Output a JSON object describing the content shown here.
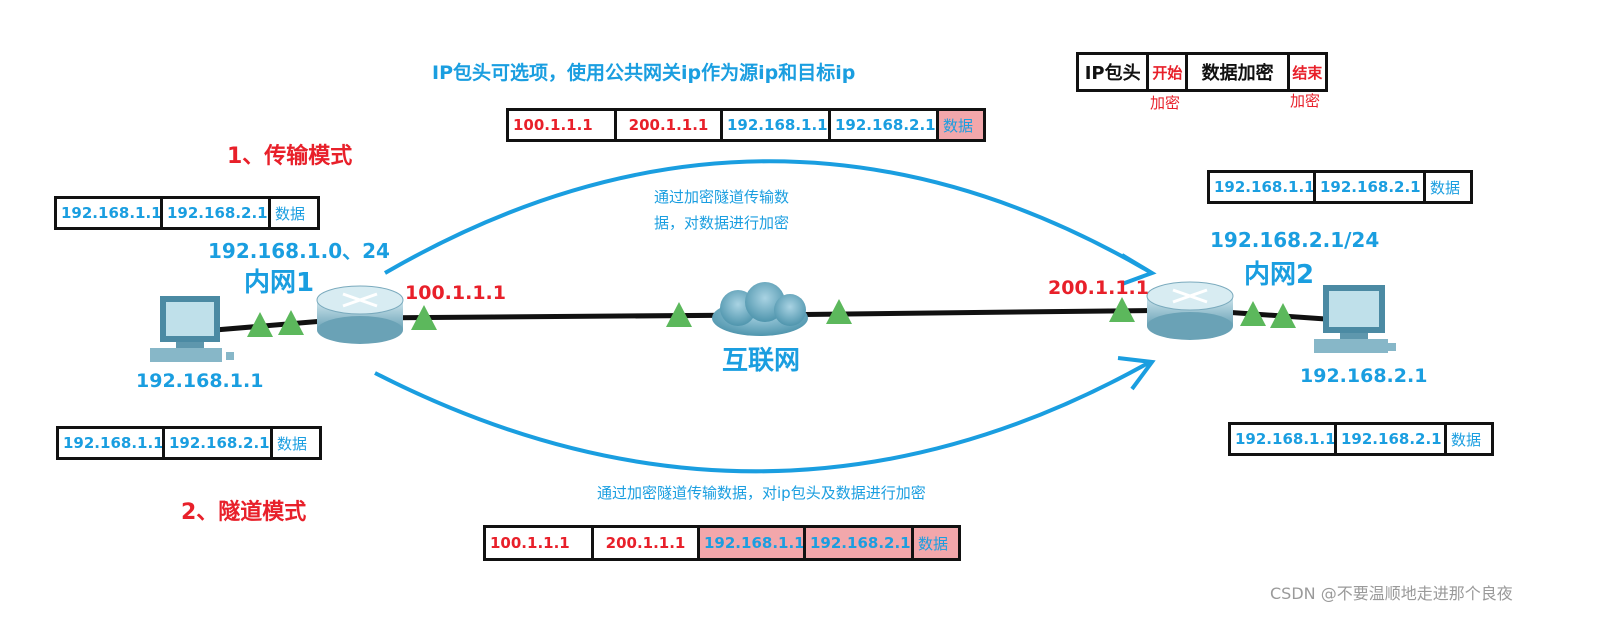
{
  "colors": {
    "accent_blue": "#1a9ee0",
    "red": "#e8202a",
    "router": "#8fc3d3",
    "triangle": "#5cb85c",
    "encrypted": "#f2a7ab"
  },
  "top_note": "IP包头可选项，使用公共网关ip作为源ip和目标ip",
  "transport_mode_label": "1、传输模式",
  "tunnel_mode_label": "2、隧道模式",
  "legend": {
    "cells": [
      "IP包头",
      "开始",
      "数据加密",
      "结束"
    ],
    "start_sub": "加密",
    "end_sub": "加密"
  },
  "top_packet": [
    "100.1.1.1",
    "200.1.1.1",
    "192.168.1.1",
    "192.168.2.1",
    "数据"
  ],
  "bottom_packet": [
    "100.1.1.1",
    "200.1.1.1",
    "192.168.1.1",
    "192.168.2.1",
    "数据"
  ],
  "left_top_packet": [
    "192.168.1.1",
    "192.168.2.1",
    "数据"
  ],
  "left_bottom_packet": [
    "192.168.1.1",
    "192.168.2.1",
    "数据"
  ],
  "right_top_packet": [
    "192.168.1.1",
    "192.168.2.1",
    "数据"
  ],
  "right_bottom_packet": [
    "192.168.1.1",
    "192.168.2.1",
    "数据"
  ],
  "left_network": {
    "subnet": "192.168.1.0、24",
    "name": "内网1",
    "host_ip": "192.168.1.1",
    "router_ip": "100.1.1.1"
  },
  "right_network": {
    "subnet": "192.168.2.1/24",
    "name": "内网2",
    "host_ip": "192.168.2.1",
    "router_ip": "200.1.1.1"
  },
  "internet_label": "互联网",
  "upper_tunnel_note_line1": "通过加密隧道传输数",
  "upper_tunnel_note_line2": "据，对数据进行加密",
  "lower_tunnel_note": "通过加密隧道传输数据，对ip包头及数据进行加密",
  "watermark": "CSDN @不要温顺地走进那个良夜"
}
